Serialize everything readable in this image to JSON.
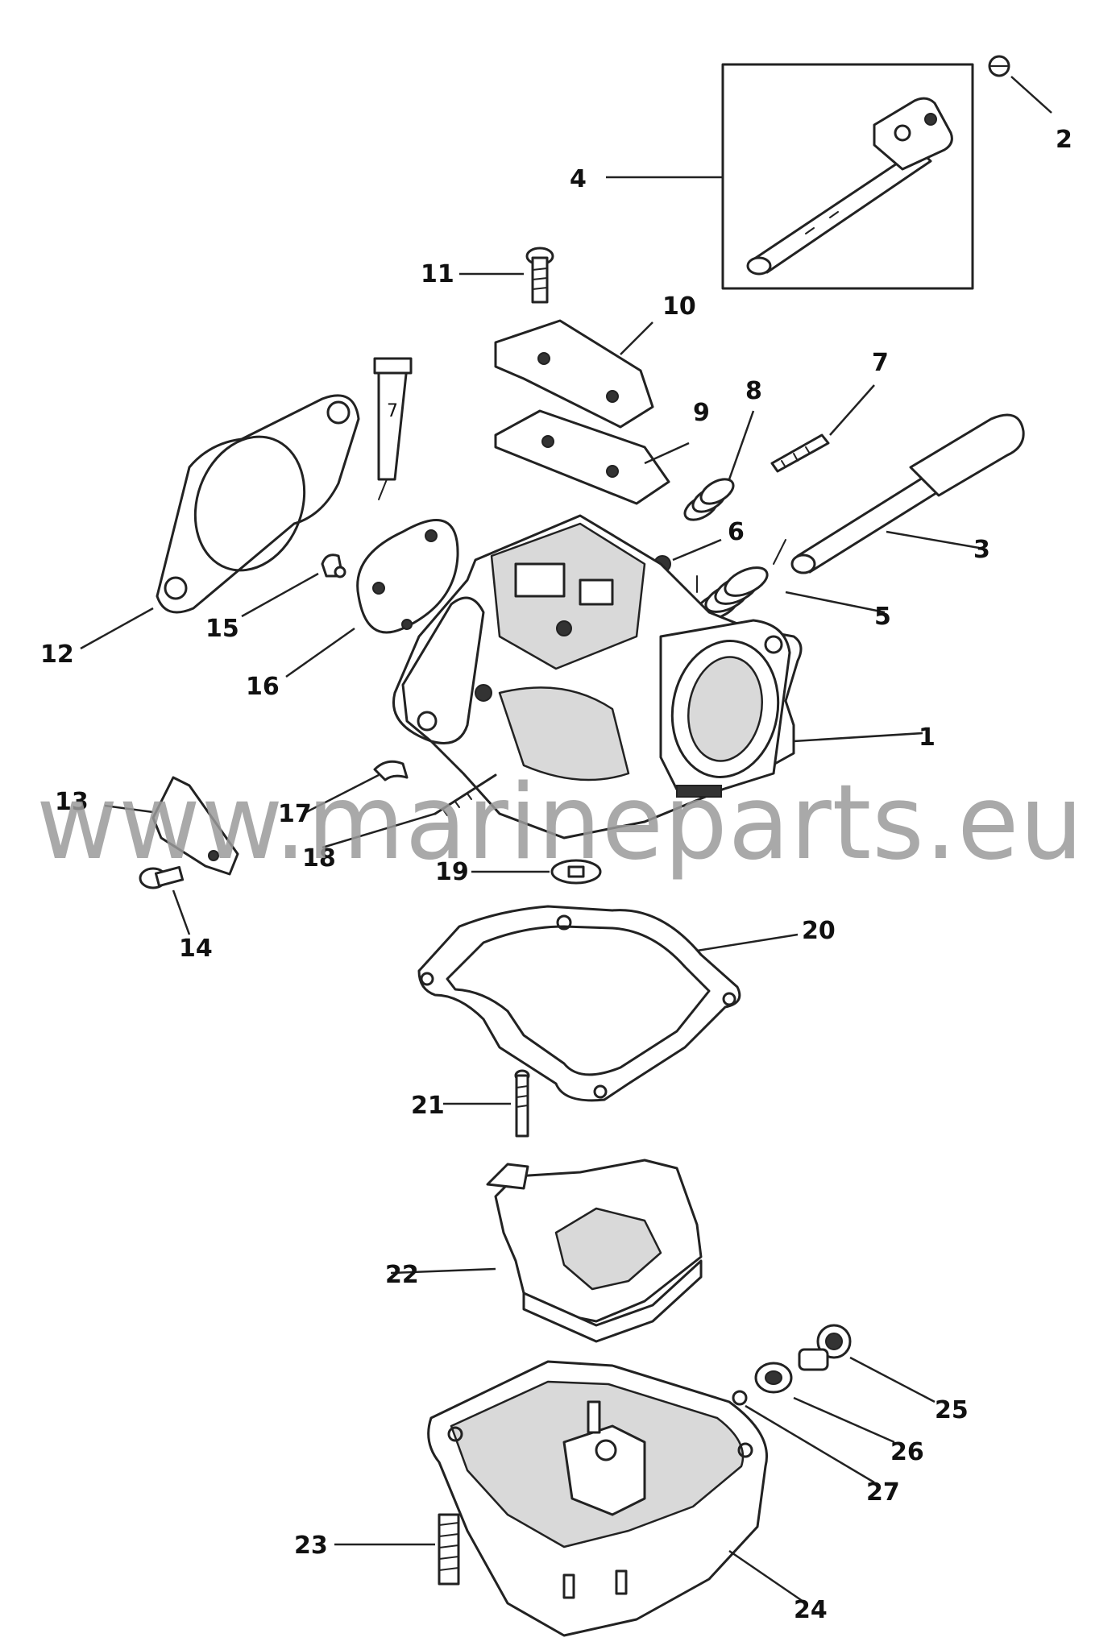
{
  "diagram": {
    "watermark": "www.marineparts.eu",
    "parts": [
      {
        "id": "part-1",
        "label": "1"
      },
      {
        "id": "part-2",
        "label": "2"
      },
      {
        "id": "part-3",
        "label": "3"
      },
      {
        "id": "part-4",
        "label": "4"
      },
      {
        "id": "part-5",
        "label": "5"
      },
      {
        "id": "part-6",
        "label": "6"
      },
      {
        "id": "part-7a",
        "label": "7"
      },
      {
        "id": "part-7b",
        "label": "7"
      },
      {
        "id": "part-8",
        "label": "8"
      },
      {
        "id": "part-9",
        "label": "9"
      },
      {
        "id": "part-10",
        "label": "10"
      },
      {
        "id": "part-11",
        "label": "11"
      },
      {
        "id": "part-12",
        "label": "12"
      },
      {
        "id": "part-13",
        "label": "13"
      },
      {
        "id": "part-14",
        "label": "14"
      },
      {
        "id": "part-15",
        "label": "15"
      },
      {
        "id": "part-16",
        "label": "16"
      },
      {
        "id": "part-17",
        "label": "17"
      },
      {
        "id": "part-18",
        "label": "18"
      },
      {
        "id": "part-19",
        "label": "19"
      },
      {
        "id": "part-20",
        "label": "20"
      },
      {
        "id": "part-21",
        "label": "21"
      },
      {
        "id": "part-22",
        "label": "22"
      },
      {
        "id": "part-23",
        "label": "23"
      },
      {
        "id": "part-24",
        "label": "24"
      },
      {
        "id": "part-25",
        "label": "25"
      },
      {
        "id": "part-26",
        "label": "26"
      },
      {
        "id": "part-27",
        "label": "27"
      }
    ]
  }
}
